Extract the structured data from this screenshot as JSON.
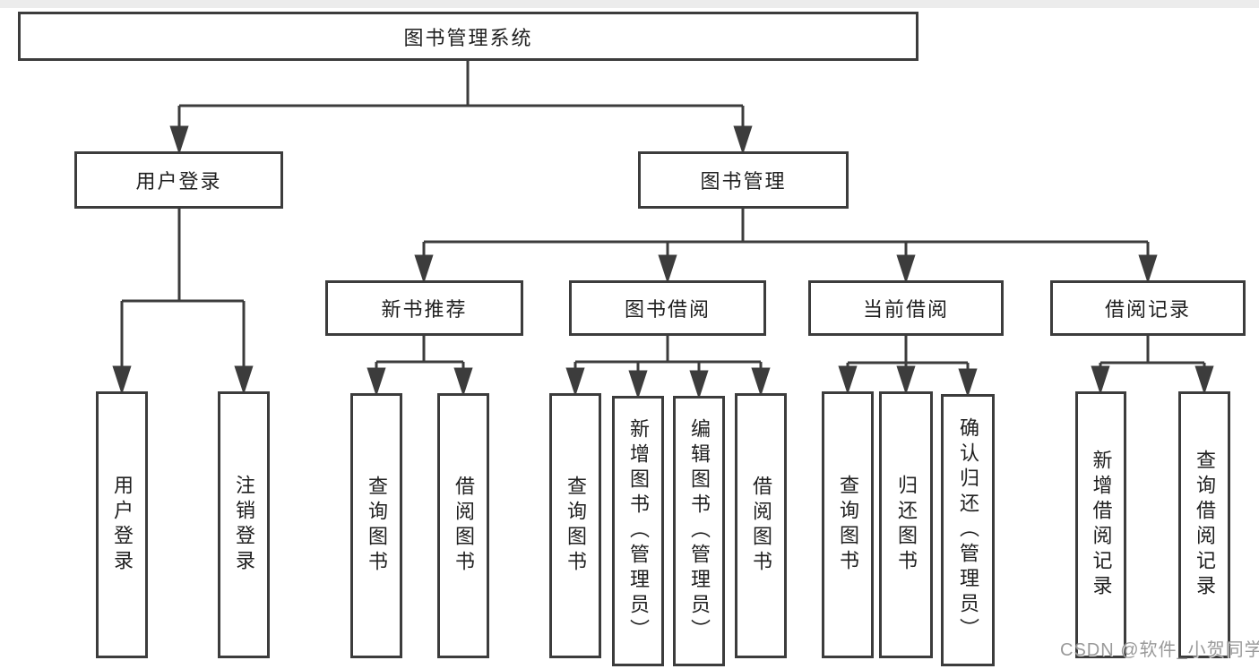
{
  "nodes": {
    "root": "图书管理系统",
    "user_login_group": "用户登录",
    "book_management": "图书管理",
    "new_book_rec": "新书推荐",
    "book_borrowing": "图书借阅",
    "current_borrowing": "当前借阅",
    "borrowing_records": "借阅记录",
    "user_login": "用户登录",
    "logout": "注销登录",
    "nbr_query_books": "查询图书",
    "nbr_borrow_books": "借阅图书",
    "bb_query_books": "查询图书",
    "bb_add_books": "新增图书（管理员）",
    "bb_edit_books": "编辑图书（管理员）",
    "bb_borrow_books": "借阅图书",
    "cb_query_books": "查询图书",
    "cb_return_books": "归还图书",
    "cb_confirm_return": "确认归还（管理员）",
    "br_add_record": "新增借阅记录",
    "br_query_record": "查询借阅记录"
  },
  "watermark": {
    "text": "CSDN @软件_小贺同学"
  },
  "colors": {
    "line": "#3c3c3c",
    "text": "#1f1f1f",
    "watermark": "#919191",
    "background": "#ffffff"
  }
}
